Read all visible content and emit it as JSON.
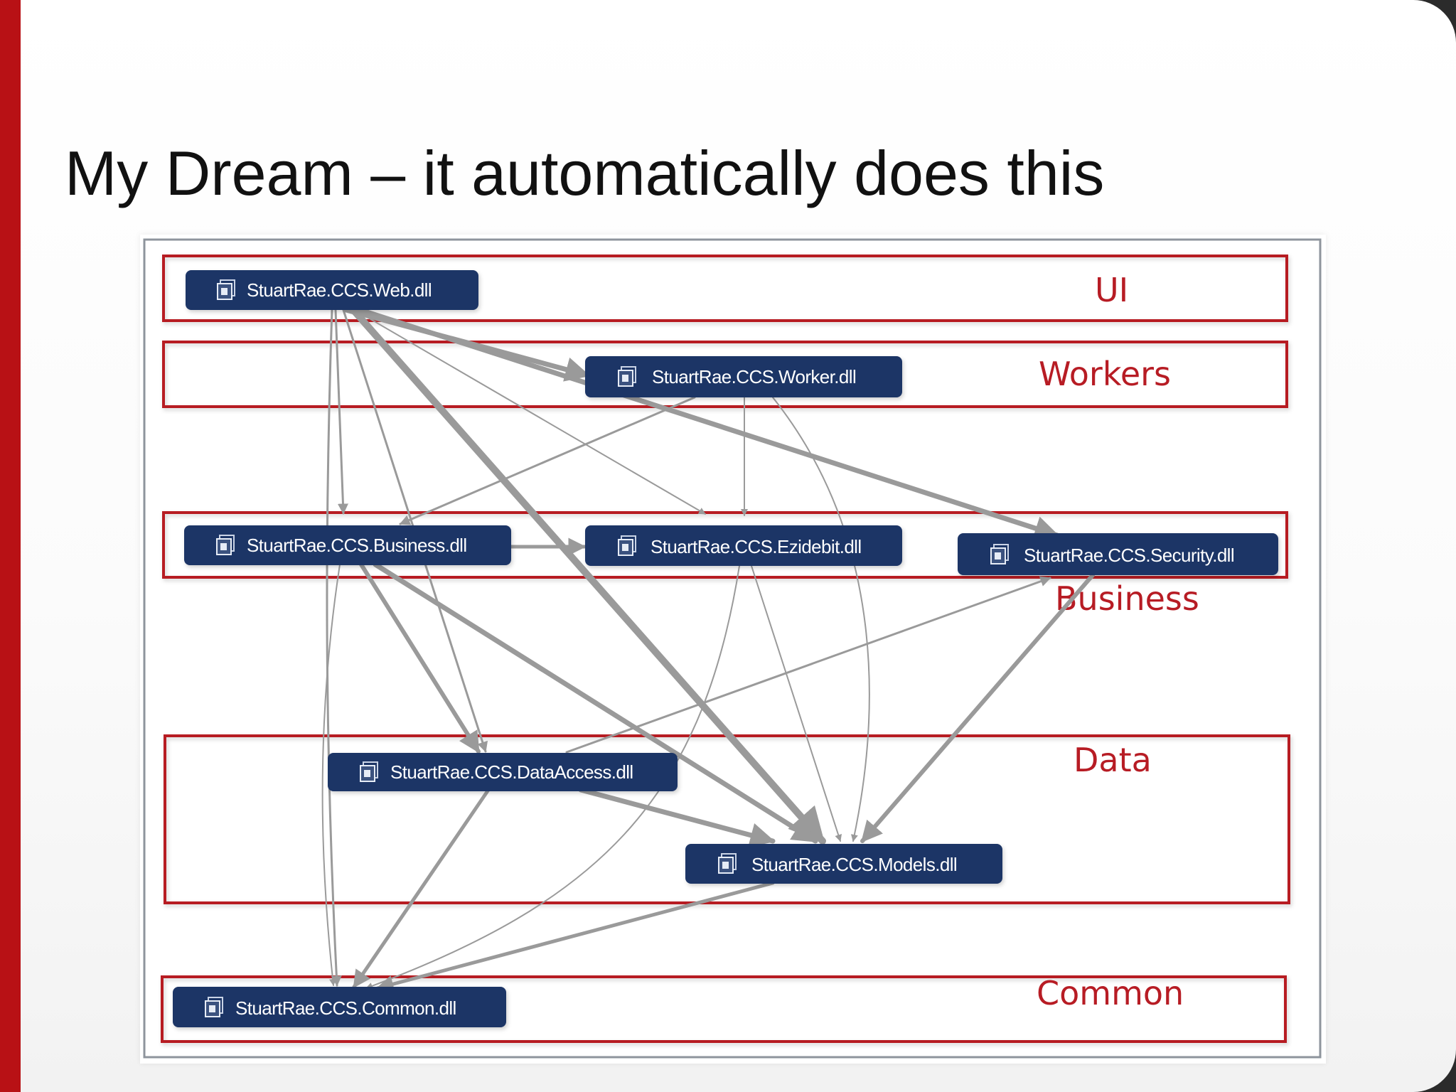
{
  "slide": {
    "title": "My Dream – it automatically does this"
  },
  "diagram": {
    "layers": [
      {
        "id": "ui",
        "label": "UI"
      },
      {
        "id": "workers",
        "label": "Workers"
      },
      {
        "id": "business",
        "label": "Business"
      },
      {
        "id": "data",
        "label": "Data"
      },
      {
        "id": "common",
        "label": "Common"
      }
    ],
    "nodes": [
      {
        "id": "web",
        "label": "StuartRae.CCS.Web.dll",
        "icon": "assembly-icon"
      },
      {
        "id": "worker",
        "label": "StuartRae.CCS.Worker.dll",
        "icon": "assembly-icon"
      },
      {
        "id": "business",
        "label": "StuartRae.CCS.Business.dll",
        "icon": "assembly-icon"
      },
      {
        "id": "ezidebit",
        "label": "StuartRae.CCS.Ezidebit.dll",
        "icon": "assembly-icon"
      },
      {
        "id": "security",
        "label": "StuartRae.CCS.Security.dll",
        "icon": "assembly-icon"
      },
      {
        "id": "dataaccess",
        "label": "StuartRae.CCS.DataAccess.dll",
        "icon": "assembly-icon"
      },
      {
        "id": "models",
        "label": "StuartRae.CCS.Models.dll",
        "icon": "assembly-icon"
      },
      {
        "id": "common",
        "label": "StuartRae.CCS.Common.dll",
        "icon": "assembly-icon"
      }
    ],
    "edges": [
      {
        "from": "web",
        "to": "worker"
      },
      {
        "from": "web",
        "to": "business"
      },
      {
        "from": "web",
        "to": "ezidebit"
      },
      {
        "from": "web",
        "to": "security"
      },
      {
        "from": "web",
        "to": "dataaccess"
      },
      {
        "from": "web",
        "to": "models"
      },
      {
        "from": "web",
        "to": "common"
      },
      {
        "from": "worker",
        "to": "business"
      },
      {
        "from": "worker",
        "to": "ezidebit"
      },
      {
        "from": "worker",
        "to": "models"
      },
      {
        "from": "business",
        "to": "ezidebit"
      },
      {
        "from": "business",
        "to": "dataaccess"
      },
      {
        "from": "business",
        "to": "models"
      },
      {
        "from": "business",
        "to": "common"
      },
      {
        "from": "ezidebit",
        "to": "models"
      },
      {
        "from": "ezidebit",
        "to": "common"
      },
      {
        "from": "security",
        "to": "models"
      },
      {
        "from": "dataaccess",
        "to": "security"
      },
      {
        "from": "dataaccess",
        "to": "models"
      },
      {
        "from": "dataaccess",
        "to": "common"
      },
      {
        "from": "models",
        "to": "common"
      }
    ],
    "colors": {
      "node_fill": "#1f3566",
      "layer_border": "#b71c24",
      "edge": "#9a9a9a",
      "accent_bar": "#b81115"
    }
  }
}
